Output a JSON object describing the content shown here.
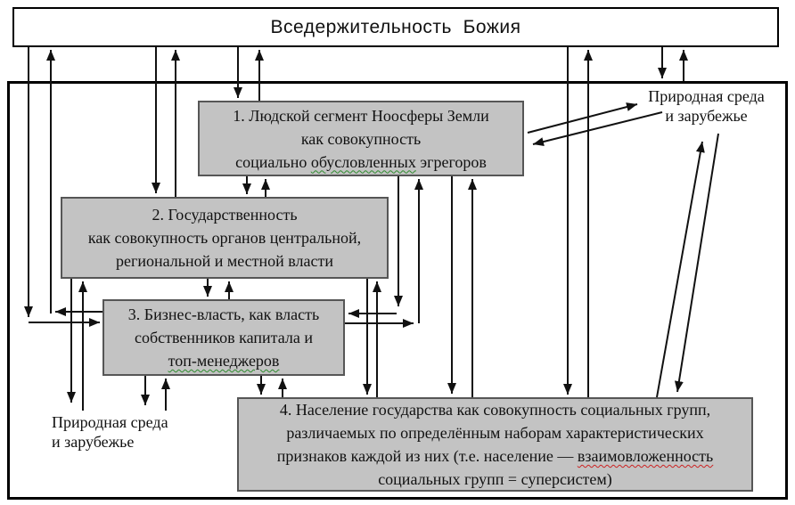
{
  "top_box": {
    "title": "Вседержительность  Божия"
  },
  "labels": {
    "nature_top": "Природная среда\nи зарубежье",
    "nature_bottom": "Природная среда\nи зарубежье"
  },
  "boxes": {
    "box1": {
      "line1": "1. Людской сегмент Ноосферы Земли",
      "line2": "как совокупность",
      "line3_pre": "социально ",
      "line3_mark": "обусловленных",
      "line3_post": " эгрегоров"
    },
    "box2": {
      "line1": "2. Государственность",
      "line2": "как совокупность органов центральной,",
      "line3": "региональной и местной власти"
    },
    "box3": {
      "line1": "3. Бизнес-власть, как власть",
      "line2": "собственников капитала и",
      "line3_mark": "топ-менеджеров"
    },
    "box4": {
      "line1": "4. Население государства как совокупность социальных групп,",
      "line2": "различаемых по определённым наборам характеристических",
      "line3_pre": "признаков каждой из них (т.е. население — ",
      "line3_mark": "взаимовложенность",
      "line4": "социальных групп = суперсистем)"
    }
  },
  "colors": {
    "box_fill": "#c3c3c3",
    "box_border": "#565656",
    "line": "#111111",
    "background": "#ffffff"
  },
  "connections": [
    {
      "a": "god",
      "b": "box1",
      "direction": "both"
    },
    {
      "a": "god",
      "b": "box2",
      "direction": "both"
    },
    {
      "a": "god",
      "b": "box3",
      "direction": "both"
    },
    {
      "a": "god",
      "b": "box4",
      "direction": "both"
    },
    {
      "a": "god",
      "b": "nature_top",
      "direction": "both"
    },
    {
      "a": "box1",
      "b": "box2",
      "direction": "both"
    },
    {
      "a": "box1",
      "b": "box3",
      "direction": "both"
    },
    {
      "a": "box1",
      "b": "box4",
      "direction": "both"
    },
    {
      "a": "box1",
      "b": "nature_top",
      "direction": "both"
    },
    {
      "a": "box2",
      "b": "box3",
      "direction": "both"
    },
    {
      "a": "box2",
      "b": "box4",
      "direction": "both"
    },
    {
      "a": "box2",
      "b": "nature_bottom",
      "direction": "both"
    },
    {
      "a": "box3",
      "b": "box4",
      "direction": "both"
    },
    {
      "a": "box3",
      "b": "nature_bottom",
      "direction": "both"
    },
    {
      "a": "box4",
      "b": "nature_top",
      "direction": "both"
    }
  ]
}
